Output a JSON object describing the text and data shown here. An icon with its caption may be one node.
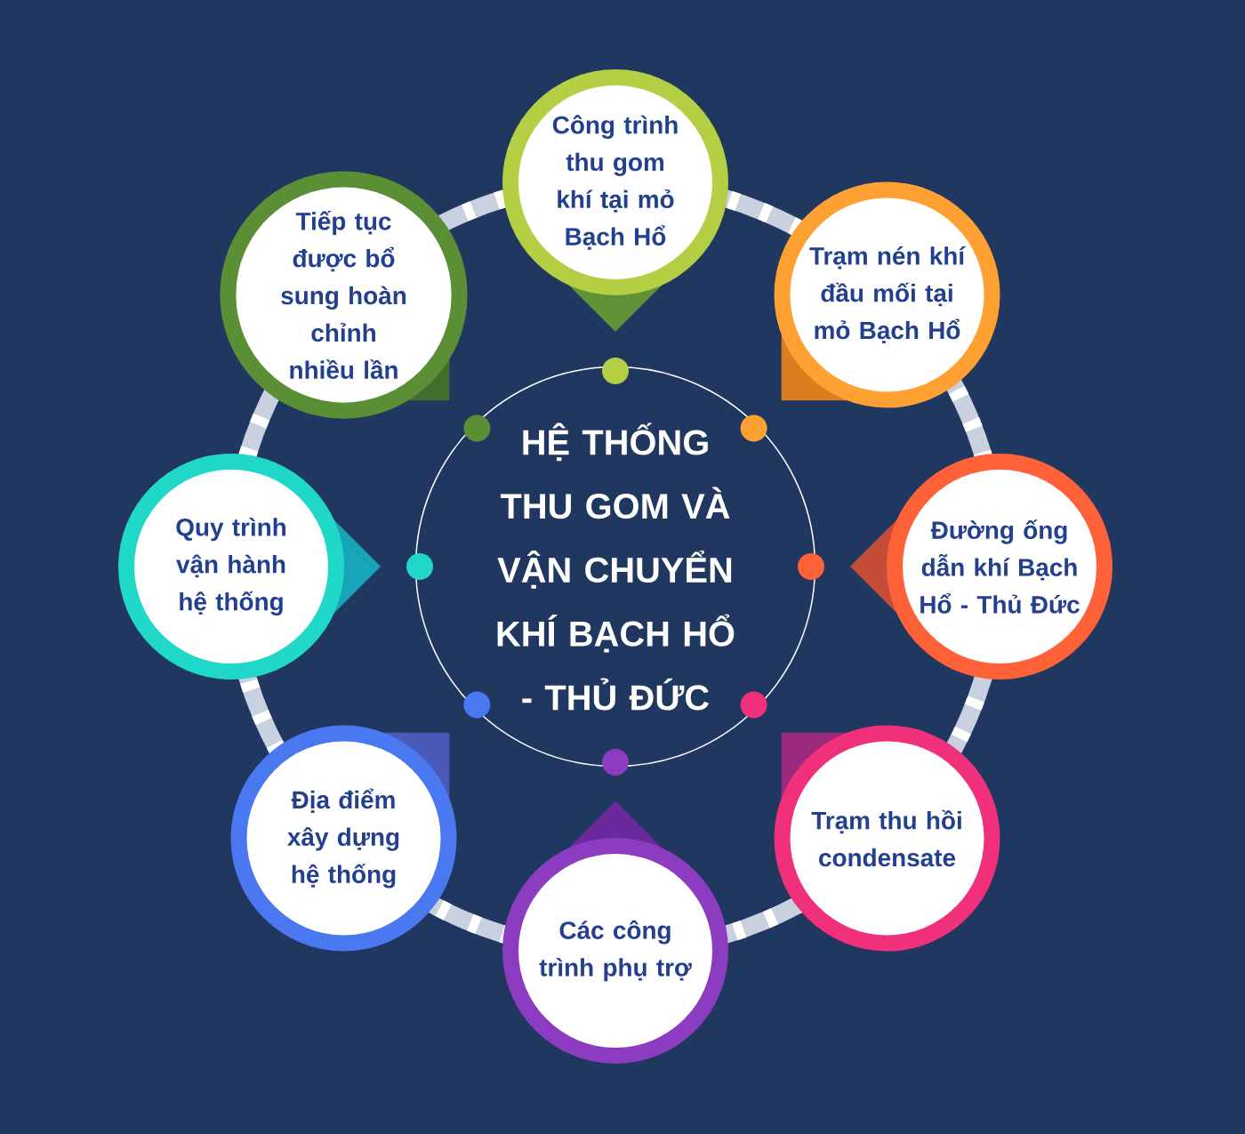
{
  "diagram": {
    "nodes": [
      {
        "text": [
          "HỆ THỐNG THU GOM VÀ VẬN CHUYỂN KHÍ BẠCH HỔ - THỦ ĐỨC"
        ]
      },
      {
        "text": [
          "Công trình thu gom khí tại mỏ Bạch Hổ"
        ]
      },
      {
        "text": [
          "Trạm nén khí đầu mối tại mỏ Bạch Hổ"
        ]
      },
      {
        "text": [
          "Đường ống dẫn khí Bạch Hổ - Thủ Đức"
        ]
      },
      {
        "text": [
          "Trạm thu hồi condensate"
        ]
      },
      {
        "text": [
          "Các công trình phụ trợ"
        ]
      },
      {
        "text": [
          "Địa điểm xây dựng hệ thống"
        ]
      },
      {
        "text": [
          "Quy trình vận hành hệ thống"
        ]
      },
      {
        "text": [
          "Tiếp tục được bổ sung hoàn chỉnh nhiều lần"
        ]
      }
    ]
  }
}
